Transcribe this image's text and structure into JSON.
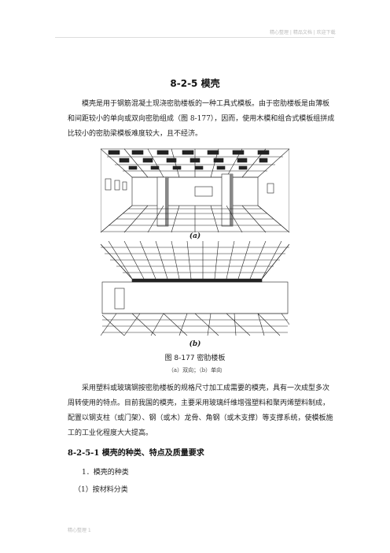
{
  "header": {
    "note": "精心整理 | 精品文档 | 欢迎下载"
  },
  "section": {
    "title": "8-2-5  模壳"
  },
  "paragraph1": "模壳是用于钢筋混凝土现浇密肋楼板的一种工具式模板。由于密肋楼板是由薄板和间距较小的单向或双向密肋组成（图 8-177），因而，使用木模和组合式模板组拼成比较小的密肋梁模板难度较大，且不经济。",
  "figure": {
    "label_a": "(a)",
    "label_b": "(b)",
    "caption": "图 8-177  密肋楼板",
    "subcaption": "（a）双向；（b）单向"
  },
  "paragraph2": "采用塑料或玻璃钢按密肋楼板的规格尺寸加工成需要的模壳，具有一次成型多次周转使用的特点。目前我国的模壳，主要采用玻璃纤维增强塑料和聚丙烯塑料制成，配置以钢支柱（或门架）、钢（或木）龙骨、角钢（或木支撑）等支撑系统，使模板施工的工业化程度大大提高。",
  "subsection": {
    "title": "8-2-5-1  模壳的种类、特点及质量要求"
  },
  "list": {
    "item1": "1．模壳的种类",
    "item2": "（1）按材料分类"
  },
  "footer": {
    "page": "精心整理 1"
  }
}
